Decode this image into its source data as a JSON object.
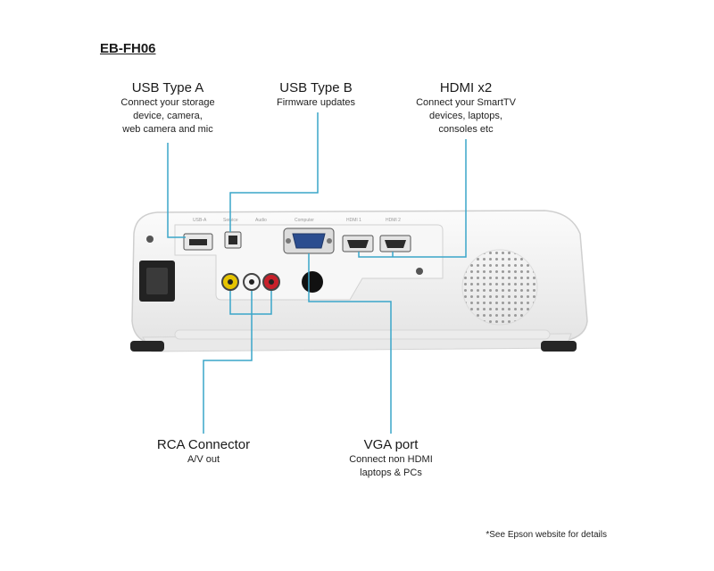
{
  "model": "EB-FH06",
  "callouts": {
    "usb_a": {
      "title": "USB Type A",
      "desc": "Connect your storage\ndevice, camera,\nweb camera and mic"
    },
    "usb_b": {
      "title": "USB Type B",
      "desc": "Firmware updates"
    },
    "hdmi": {
      "title": "HDMI x2",
      "desc": "Connect your SmartTV\ndevices, laptops,\nconsoles etc"
    },
    "rca": {
      "title": "RCA Connector",
      "desc": "A/V out"
    },
    "vga": {
      "title": "VGA port",
      "desc": "Connect non HDMI\nlaptops & PCs"
    }
  },
  "port_labels": {
    "usb_a": "USB-A",
    "usb_b": "Service",
    "audio": "Audio",
    "computer": "Computer",
    "hdmi1": "HDMI 1",
    "hdmi2": "HDMI 2"
  },
  "footnote": "*See Epson website for details",
  "colors": {
    "leader_line": "#3aa6c9",
    "body": "#f3f3f3"
  }
}
